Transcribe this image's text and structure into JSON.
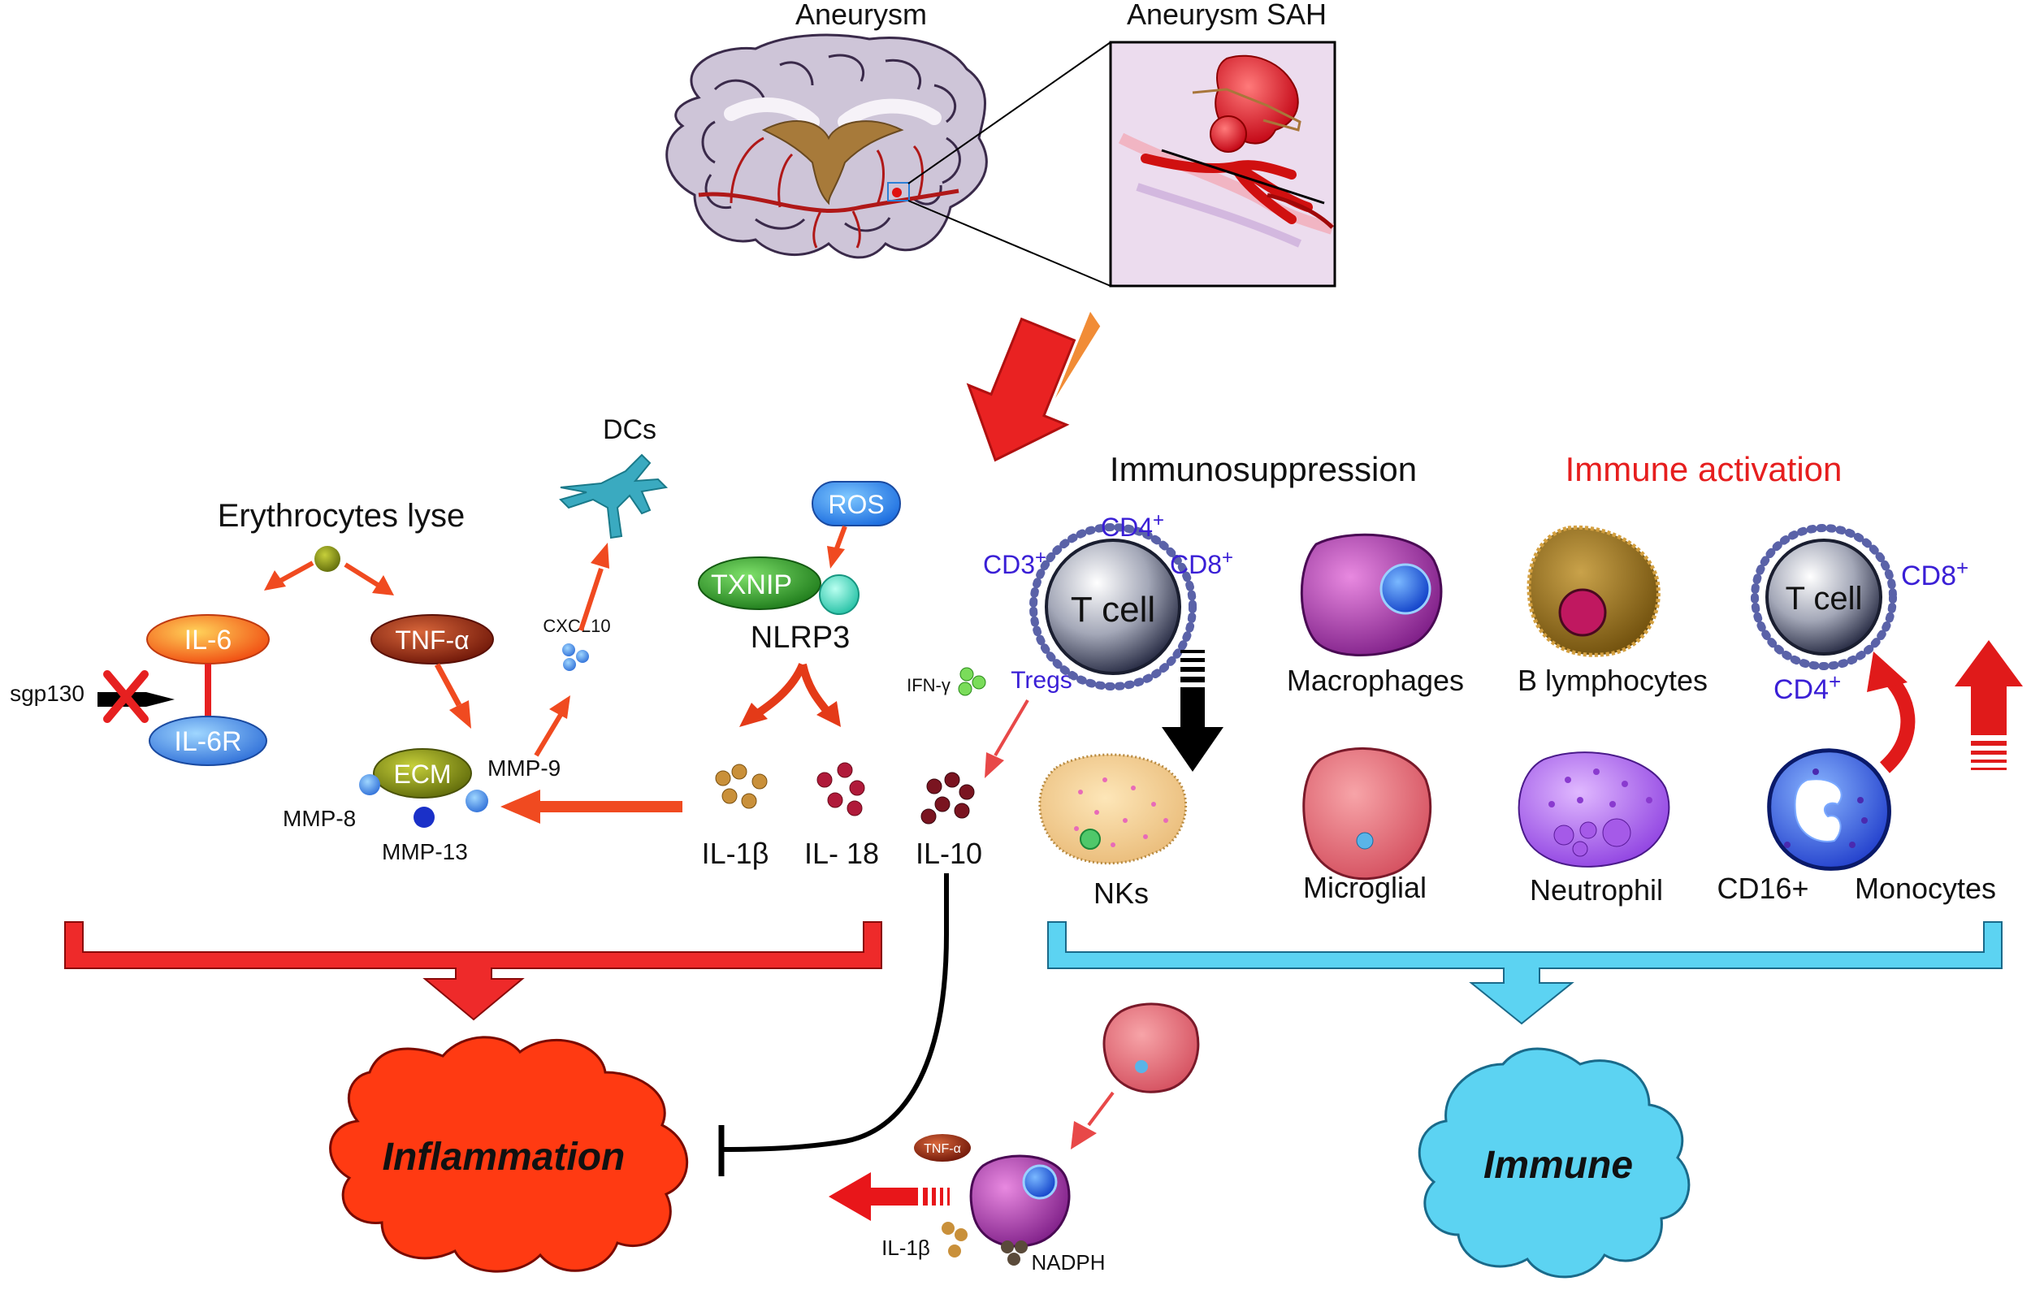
{
  "top": {
    "brain_title": "Aneurysm",
    "sah_title": "Aneurysm SAH"
  },
  "left": {
    "erythrocytes": "Erythrocytes lyse",
    "dcs": "DCs",
    "il6": "IL-6",
    "il6r": "IL-6R",
    "sgp130": "sgp130",
    "tnfa": "TNF-α",
    "cxcl10": "CXCL10",
    "ecm": "ECM",
    "mmp9": "MMP-9",
    "mmp8": "MMP-8",
    "mmp13": "MMP-13",
    "ros": "ROS",
    "txnip": "TXNIP",
    "nlrp3": "NLRP3",
    "il1b": "IL-1β",
    "il18": "IL- 18",
    "ifng": "IFN-γ",
    "tregs": "Tregs",
    "il10": "IL-10"
  },
  "right": {
    "immunosuppression": "Immunosuppression",
    "immune_activation": "Immune activation",
    "tcell": "T cell",
    "tcell2": "T cell",
    "cd3": "CD3",
    "cd4": "CD4",
    "cd8": "CD8",
    "cd8b": "CD8",
    "cd4b": "CD4",
    "plus": "+",
    "nks": "NKs",
    "macrophages": "Macrophages",
    "b_lymphocytes": "B lymphocytes",
    "microglial": "Microglial",
    "neutrophil": "Neutrophil",
    "cd16": "CD16+",
    "monocytes": "Monocytes"
  },
  "bottom": {
    "inflammation": "Inflammation",
    "immune": "Immune",
    "tnfa_small": "TNF-α",
    "il1b_small": "IL-1β",
    "nadph": "NADPH"
  },
  "colors": {
    "red_bracket": "#ee2a2a",
    "cyan_bracket": "#5cd3f2",
    "inflammation": "#ff3a12",
    "immune": "#5cd3f2",
    "cd_text": "#3a1fd6",
    "activation_text": "#e61e1e"
  }
}
